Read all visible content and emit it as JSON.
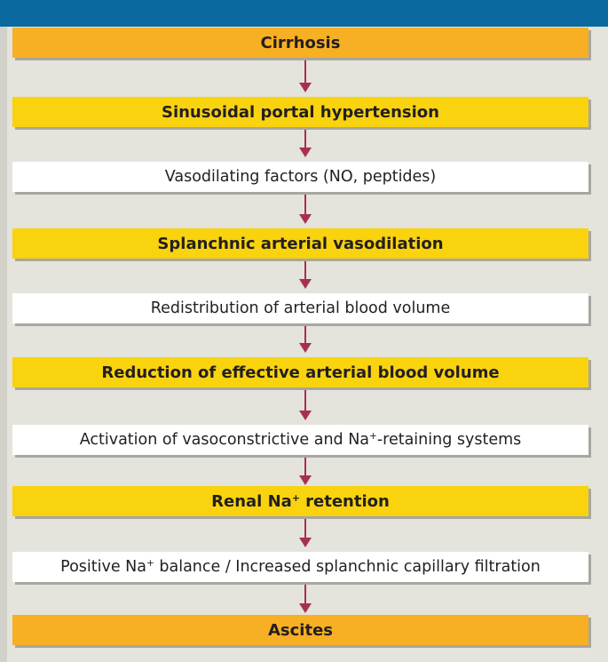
{
  "steps": [
    {
      "id": "cirrhosis",
      "style": "orange",
      "text": "Cirrhosis"
    },
    {
      "id": "sinusoidal-portal-hypertension",
      "style": "yellow",
      "text": "Sinusoidal portal hypertension"
    },
    {
      "id": "vasodilating-factors",
      "style": "white",
      "text": "Vasodilating factors (NO, peptides)"
    },
    {
      "id": "splanchnic-arterial-vasodilation",
      "style": "yellow",
      "text": "Splanchnic arterial vasodilation"
    },
    {
      "id": "redistribution-arterial-blood-volume",
      "style": "white",
      "text": "Redistribution of arterial blood volume"
    },
    {
      "id": "reduction-effective-arterial-blood-volume",
      "style": "yellow",
      "text": "Reduction of effective arterial blood volume"
    },
    {
      "id": "activation-vasoconstrictive-systems",
      "style": "white",
      "text_before": "Activation of vasoconstrictive and Na",
      "sup": "+",
      "text_after": "-retaining systems"
    },
    {
      "id": "renal-na-retention",
      "style": "yellow",
      "text_before": "Renal Na",
      "sup": "+",
      "text_after": " retention"
    },
    {
      "id": "positive-na-balance",
      "style": "white",
      "text_before": "Positive Na",
      "sup": "+",
      "text_after": " balance / Increased splanchnic capillary filtration"
    },
    {
      "id": "ascites",
      "style": "orange",
      "text": "Ascites"
    }
  ],
  "colors": {
    "header_bar": "#0a6aa0",
    "background": "#e4e3dc",
    "orange_box": "#f7b023",
    "yellow_box": "#f9d30e",
    "white_box": "#ffffff",
    "arrow": "#a8304f"
  }
}
